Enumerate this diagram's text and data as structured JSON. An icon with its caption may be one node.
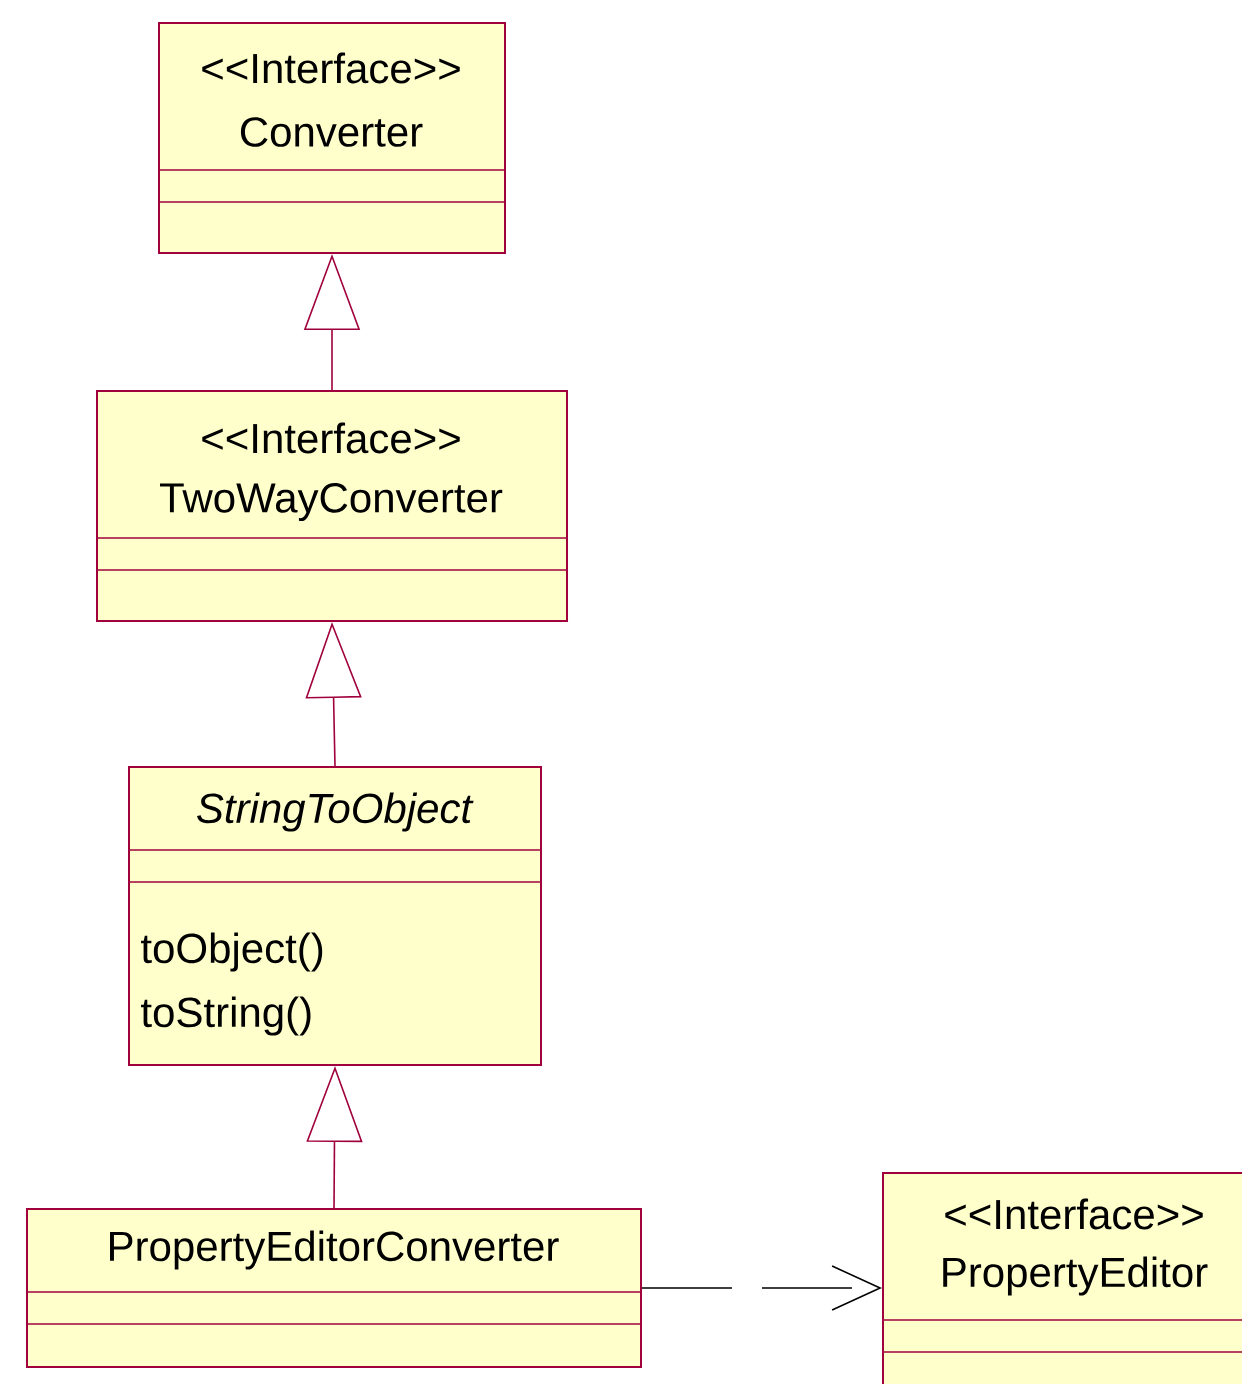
{
  "diagram": {
    "nodes": [
      {
        "text": [
          "<<Interface>>",
          "Converter"
        ]
      },
      {
        "text": [
          "<<Interface>>",
          "TwoWayConverter"
        ]
      },
      {
        "text": [
          "StringToObject",
          "toObject()",
          "toString()"
        ]
      },
      {
        "text": [
          "PropertyEditorConverter"
        ]
      },
      {
        "text": [
          "<<Interface>>",
          "PropertyEditor"
        ]
      }
    ],
    "edges": [
      {
        "from": 1,
        "to": 0,
        "arrow": "to"
      },
      {
        "from": 2,
        "to": 1,
        "arrow": "to"
      },
      {
        "from": 3,
        "to": 2,
        "arrow": "to"
      },
      {
        "from": 3,
        "to": 4,
        "arrow": "to",
        "style": "dashed",
        "color": "#000000"
      }
    ]
  }
}
